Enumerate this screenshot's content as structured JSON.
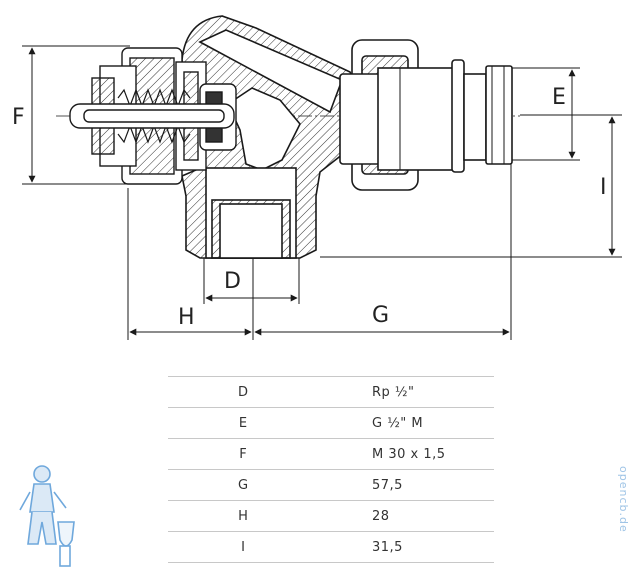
{
  "diagram": {
    "dimension_labels": {
      "F": "F",
      "E": "E",
      "I": "I",
      "D": "D",
      "H": "H",
      "G": "G"
    }
  },
  "spec_table": {
    "rows": [
      {
        "key": "D",
        "value": "Rp ½\""
      },
      {
        "key": "E",
        "value": "G ½\" M"
      },
      {
        "key": "F",
        "value": "M 30 x 1,5"
      },
      {
        "key": "G",
        "value": "57,5"
      },
      {
        "key": "H",
        "value": "28"
      },
      {
        "key": "I",
        "value": "31,5"
      }
    ]
  },
  "watermark": {
    "text": "opencb.de"
  },
  "colors": {
    "line": "#1a1a1a",
    "hatch": "#333333",
    "mascot": "#6fa8dc"
  }
}
